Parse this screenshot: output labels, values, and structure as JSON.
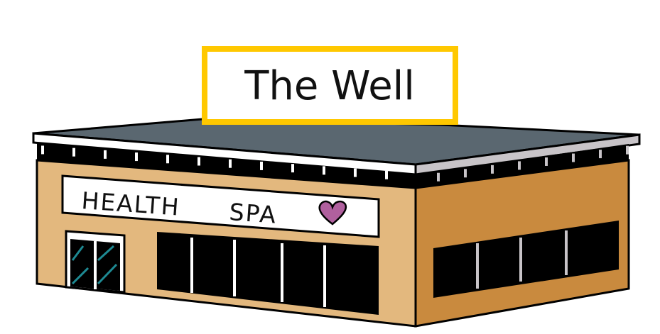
{
  "rooftop_sign": {
    "title": "The Well"
  },
  "storefront_sign": {
    "word1": "HEALTH",
    "word2": "SPA"
  },
  "colors": {
    "sign_border": "#FFC800",
    "roof": "#5A6770",
    "front_wall": "#E3B87E",
    "side_wall": "#C98A3E",
    "heart": "#B0609E",
    "glass": "#1E8A93"
  }
}
